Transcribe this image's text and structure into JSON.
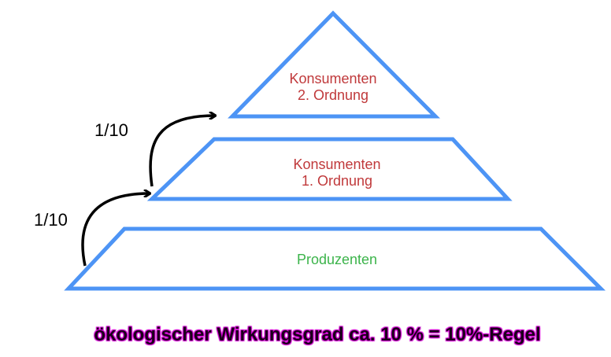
{
  "pyramid": {
    "levels": [
      {
        "line1": "Konsumenten",
        "line2": "2. Ordnung"
      },
      {
        "line1": "Konsumenten",
        "line2": "1. Ordnung"
      },
      {
        "line1": "Produzenten"
      }
    ],
    "ratios": [
      "1/10",
      "1/10"
    ]
  },
  "caption": "ökologischer Wirkungsgrad ca. 10 % = 10%-Regel",
  "colors": {
    "outline": "#4d94f5",
    "consumer_text": "#c0393b",
    "producer_text": "#3cb44b",
    "caption_glow": "#d000d0"
  }
}
